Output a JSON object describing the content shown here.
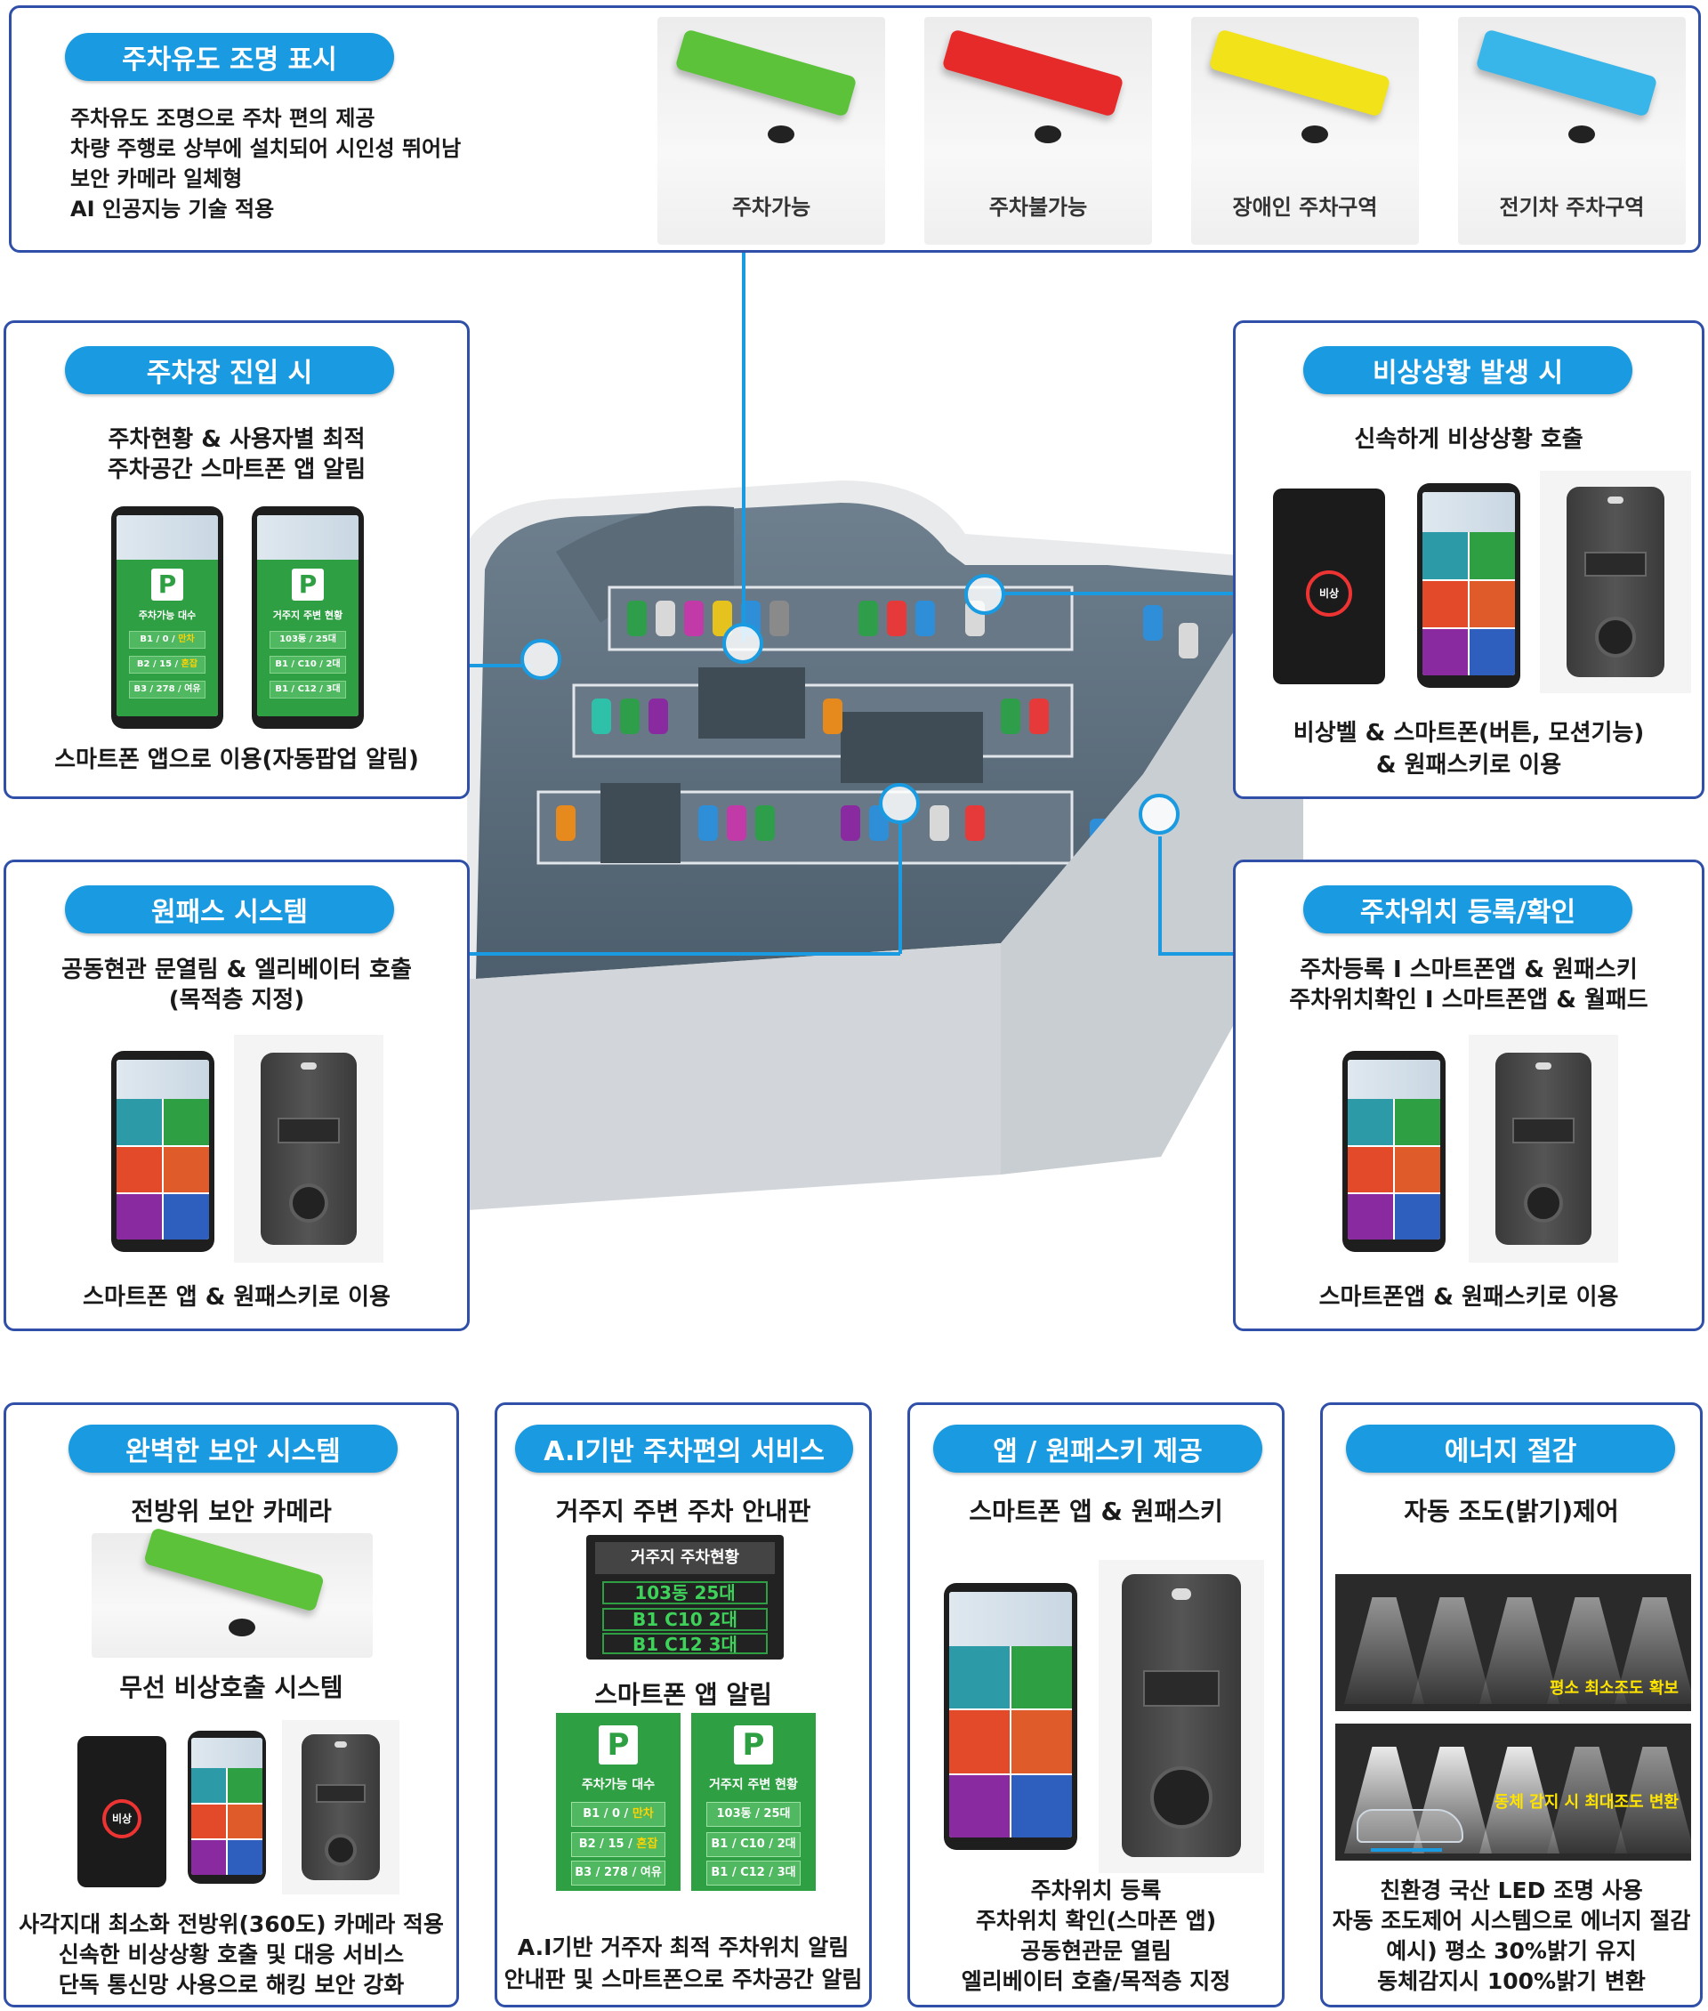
{
  "top_panel": {
    "title": "주차유도 조명 표시",
    "lines": [
      "주차유도 조명으로 주차 편의 제공",
      "차량 주행로 상부에 설치되어 시인성 뛰어남",
      "보안 카메라 일체형",
      "AI 인공지능 기술 적용"
    ],
    "lights": [
      {
        "label": "주차가능",
        "color": "#5cc23a"
      },
      {
        "label": "주차불가능",
        "color": "#e62a2a"
      },
      {
        "label": "장애인 주차구역",
        "color": "#f2e21a"
      },
      {
        "label": "전기차  주차구역",
        "color": "#38b6ea"
      }
    ]
  },
  "entry_panel": {
    "title": "주차장 진입 시",
    "lines": [
      "주차현황 & 사용자별 최적",
      "주차공간 스마트폰 앱 알림"
    ],
    "footer": "스마트폰 앱으로 이용(자동팝업 알림)"
  },
  "emergency_panel": {
    "title": "비상상황 발생 시",
    "lines": [
      "신속하게 비상상황 호출"
    ],
    "footer": [
      "비상벨 & 스마트폰(버튼, 모션기능)",
      "& 원패스키로 이용"
    ]
  },
  "onepass_panel": {
    "title": "원패스 시스템",
    "lines": [
      "공동현관 문열림 & 엘리베이터 호출",
      "(목적층 지정)"
    ],
    "footer": "스마트폰 앱 & 원패스키로 이용"
  },
  "position_panel": {
    "title": "주차위치 등록/확인",
    "lines": [
      "주차등록 I 스마트폰앱 & 원패스키",
      "주차위치확인 I 스마트폰앱 & 월패드"
    ],
    "footer": "스마트폰앱  & 원패스키로 이용"
  },
  "phone_app": {
    "available_title": "주차가능 대수",
    "available_rows": [
      {
        "left": "B1 /    0 / ",
        "status": "만차"
      },
      {
        "left": "B2 /   15 / ",
        "status": "혼잡"
      },
      {
        "left": "B3 / 278 / ",
        "status": "여유"
      }
    ],
    "nearby_title": "거주지 주변 현황",
    "nearby_rows": [
      "103동 / 25대",
      "B1 / C10 / 2대",
      "B1 / C12 / 3대"
    ],
    "p_icon": "P",
    "emergency_btn": "비상"
  },
  "security_panel": {
    "title": "완벽한 보안 시스템",
    "sub1": "전방위 보안 카메라",
    "sub2": "무선 비상호출 시스템",
    "footer": [
      "사각지대 최소화 전방위(360도) 카메라 적용",
      "신속한 비상상황 호출 및 대응 서비스",
      "단독 통신망 사용으로 해킹 보안 강화"
    ]
  },
  "ai_panel": {
    "title": "A.I기반 주차편의 서비스",
    "sub1": "거주지 주변 주차 안내판",
    "sign_header": "거주지 주차현황",
    "sign_rows": [
      "103동 25대",
      "B1  C10  2대",
      "B1  C12  3대"
    ],
    "sub2": "스마트폰 앱 알림",
    "available_rows": [
      {
        "left": "B1 /     0 / ",
        "status": "만차"
      },
      {
        "left": "B2 /   15 / ",
        "status": "혼잡"
      },
      {
        "left": "B3 / 278 / ",
        "status": "여유"
      }
    ],
    "nearby_rows": [
      "103동 / 25대",
      "B1 / C10 / 2대",
      "B1 / C12 / 3대"
    ],
    "footer": [
      "A.I기반 거주자 최적 주차위치 알림",
      "안내판 및 스마트폰으로 주차공간 알림"
    ]
  },
  "app_panel": {
    "title": "앱 / 원패스키 제공",
    "sub1": "스마트폰 앱 & 원패스키",
    "footer": [
      "주차위치 등록",
      "주차위치 확인(스마폰 앱)",
      "공동현관문 열림",
      "엘리베이터 호출/목적층 지정"
    ]
  },
  "energy_panel": {
    "title": "에너지 절감",
    "sub1": "자동 조도(밝기)제어",
    "label1": "평소 최소조도 확보",
    "label2": "동체 감지 시 최대조도 변환",
    "footer": [
      "친환경 국산 LED 조명 사용",
      "자동 조도제어 시스템으로 에너지 절감",
      "예시) 평소 30%밝기 유지",
      "동체감지시 100%밝기 변환"
    ]
  }
}
